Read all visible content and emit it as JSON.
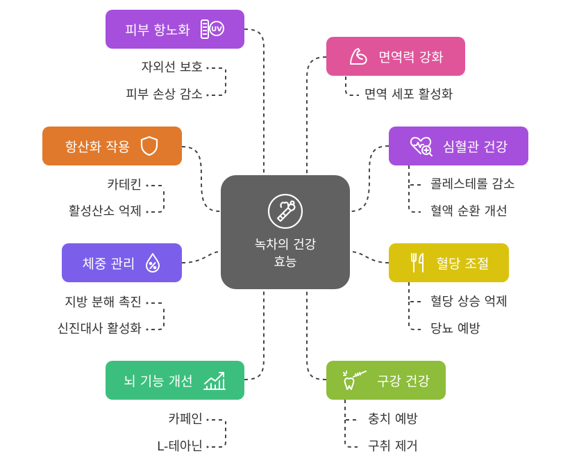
{
  "center": {
    "line1": "녹차의 건강",
    "line2": "효능",
    "icon": "vegetables-icon",
    "color": "#616161"
  },
  "nodes": {
    "skin": {
      "label": "피부 항노화",
      "icon": "uv-sunscreen-icon",
      "color": "#a64fdc",
      "items": [
        "자외선 보호",
        "피부 손상 감소"
      ]
    },
    "immune": {
      "label": "면역력 강화",
      "icon": "flexed-arm-icon",
      "color": "#e0549a",
      "items": [
        "면역 세포 활성화"
      ]
    },
    "antioxidant": {
      "label": "항산화 작용",
      "icon": "shield-icon",
      "color": "#e0792c",
      "items": [
        "카테킨",
        "활성산소 억제"
      ]
    },
    "cardio": {
      "label": "심혈관 건강",
      "icon": "heart-check-icon",
      "color": "#a64fdc",
      "items": [
        "콜레스테롤 감소",
        "혈액 순환 개선"
      ]
    },
    "weight": {
      "label": "체중 관리",
      "icon": "water-percent-icon",
      "color": "#7b5fea",
      "items": [
        "지방 분해 촉진",
        "신진대사 활성화"
      ]
    },
    "sugar": {
      "label": "혈당 조절",
      "icon": "fork-knife-icon",
      "color": "#d9c30f",
      "items": [
        "혈당 상승 억제",
        "당뇨 예방"
      ]
    },
    "brain": {
      "label": "뇌 기능 개선",
      "icon": "growth-chart-icon",
      "color": "#3cbf7e",
      "items": [
        "카페인",
        "L-테아닌"
      ]
    },
    "oral": {
      "label": "구강 건강",
      "icon": "tooth-brush-icon",
      "color": "#8dbd3a",
      "items": [
        "충치 예방",
        "구취 제거"
      ]
    }
  }
}
